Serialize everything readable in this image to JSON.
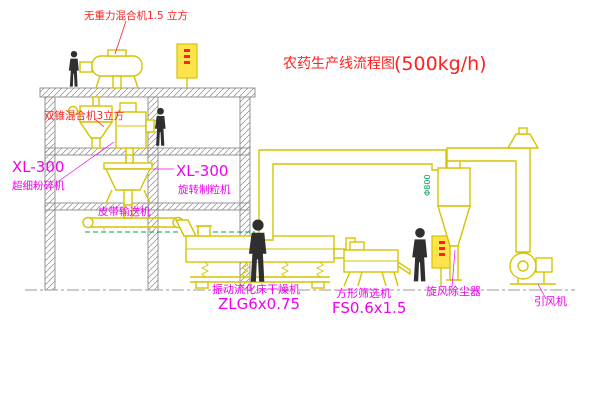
{
  "title": {
    "main": "农药生产线流程图",
    "capacity": "(500kg/h)"
  },
  "labels": {
    "mixer_top": "无重力混合机1.5 立方",
    "mixer_cone": "双锥混合机3立方",
    "mill_model": "XL-300",
    "mill_name": "超细粉碎机",
    "gran_model": "XL-300",
    "gran_name": "旋转制粒机",
    "conveyor": "皮带输送机",
    "dryer_name": "振动流化床干燥机",
    "dryer_model": "ZLG6x0.75",
    "sieve_name": "方形筛选机",
    "sieve_model": "FS0.6x1.5",
    "cyclone_name": "旋风除尘器",
    "cyclone_dim": "Φ800",
    "fan_name": "引风机"
  },
  "colors": {
    "machine-line": "#d4c400",
    "label-magenta": "#f000f0",
    "label-red": "#ff2020",
    "dim-green": "#00a050",
    "figure-dark": "#2f2f2f",
    "hatch-gray": "#8a8a8a",
    "cabinet-fill": "#ffe34d",
    "ground-gray": "#9a9a9a",
    "bg": "#ffffff"
  }
}
